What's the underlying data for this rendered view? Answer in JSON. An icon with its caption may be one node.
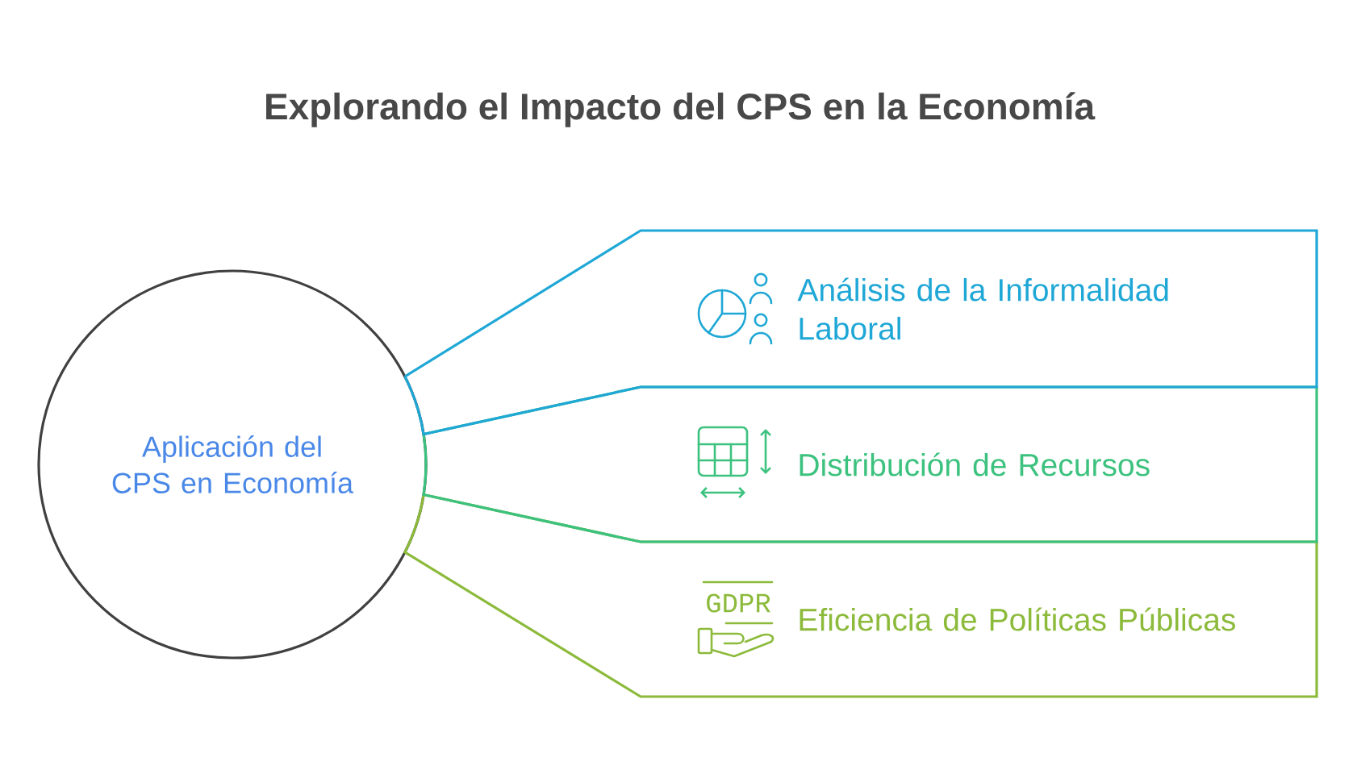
{
  "diagram": {
    "title": "Explorando el Impacto del CPS en la Economía",
    "nodes": [
      {
        "text": [
          "Aplicación del CPS en Economía"
        ]
      },
      {
        "text": [
          "Análisis de la Informalidad Laboral"
        ]
      },
      {
        "text": [
          "Distribución de Recursos"
        ]
      },
      {
        "text": [
          "Eficiencia de Políticas Públicas"
        ]
      }
    ],
    "labels": [
      "GDPR"
    ]
  }
}
